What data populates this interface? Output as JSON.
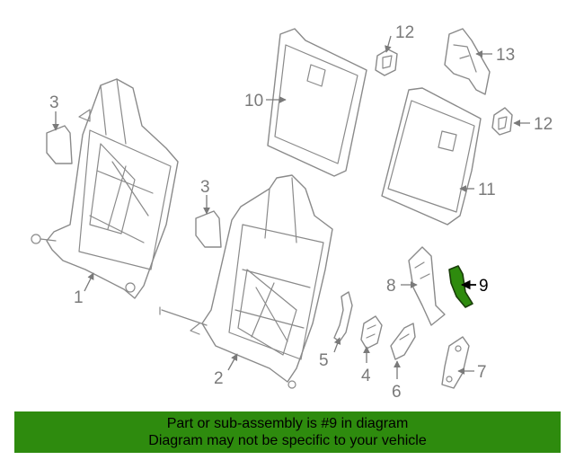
{
  "banner": {
    "line1": "Part or sub-assembly is #9 in diagram",
    "line2": "Diagram may not be specific to your vehicle"
  },
  "highlight_color": "#2e8b0e",
  "highlighted_part": "9",
  "callouts": {
    "c1": "1",
    "c2": "2",
    "c3a": "3",
    "c3b": "3",
    "c4": "4",
    "c5": "5",
    "c6": "6",
    "c7": "7",
    "c8": "8",
    "c9": "9",
    "c10": "10",
    "c11": "11",
    "c12a": "12",
    "c12b": "12",
    "c13": "13"
  }
}
